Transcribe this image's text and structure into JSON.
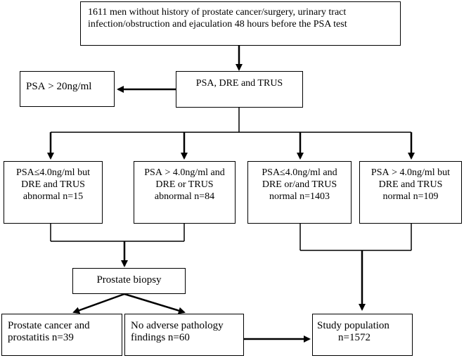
{
  "flowchart": {
    "top": {
      "line1": "1611 men without history of prostate cancer/surgery, urinary tract",
      "line2": "infection/obstruction and ejaculation 48 hours before the PSA test"
    },
    "psa_high": "PSA > 20ng/ml",
    "screen": "PSA, DRE and TRUS",
    "groups": [
      {
        "line1": "PSA≤4.0ng/ml but",
        "line2": "DRE and TRUS",
        "line3": "abnormal n=15"
      },
      {
        "line1": "PSA > 4.0ng/ml and",
        "line2": "DRE or TRUS",
        "line3": "abnormal n=84"
      },
      {
        "line1": "PSA≤4.0ng/ml and",
        "line2": "DRE or/and TRUS",
        "line3": "normal n=1403"
      },
      {
        "line1": "PSA > 4.0ng/ml but",
        "line2": "DRE and TRUS",
        "line3": "normal n=109"
      }
    ],
    "biopsy": "Prostate biopsy",
    "cancer": {
      "line1": "Prostate cancer and",
      "line2": "prostatitis n=39"
    },
    "no_adverse": {
      "line1": "No adverse pathology",
      "line2": "findings n=60"
    },
    "study": {
      "line1": "Study population",
      "line2": "n=1572"
    }
  }
}
